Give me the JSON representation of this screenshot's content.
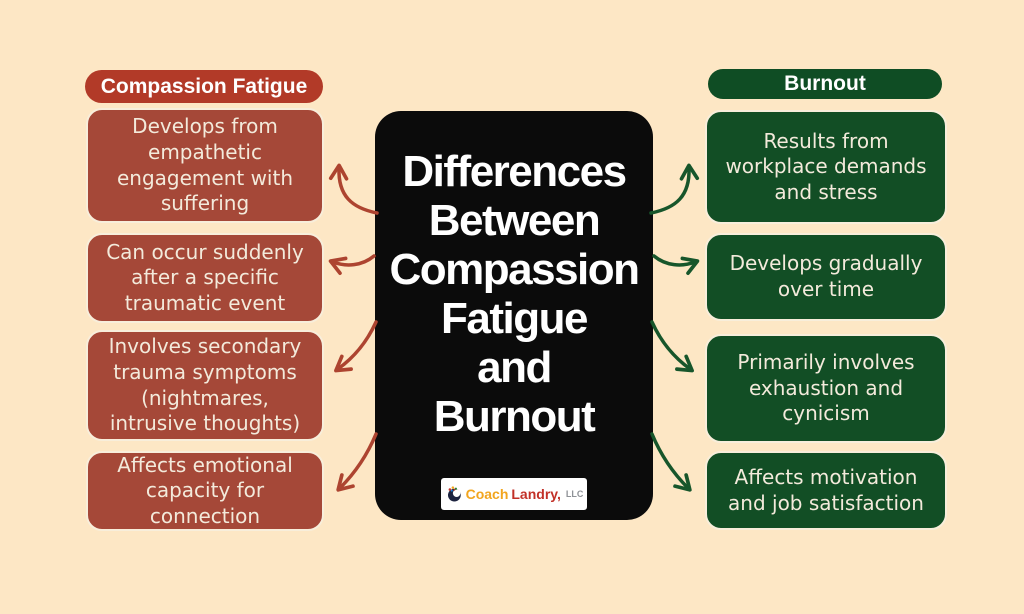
{
  "title": {
    "text": "Differences\nBetween\nCompassion\nFatigue\nand\nBurnout"
  },
  "brand": {
    "coach": "Coach",
    "landry": "Landry,",
    "llc": "LLC"
  },
  "left_column": {
    "header": "Compassion Fatigue",
    "boxes": [
      {
        "text": "Develops from\nempathetic\nengagement with\nsuffering"
      },
      {
        "text": "Can occur suddenly\nafter a specific\ntraumatic event"
      },
      {
        "text": "Involves secondary\ntrauma symptoms\n(nightmares,\nintrusive thoughts)"
      },
      {
        "text": "Affects emotional\ncapacity for\nconnection"
      }
    ]
  },
  "right_column": {
    "header": "Burnout",
    "boxes": [
      {
        "text": "Results from\nworkplace demands\nand stress"
      },
      {
        "text": "Develops gradually\nover time"
      },
      {
        "text": "Primarily involves\nexhaustion and\ncynicism"
      },
      {
        "text": "Affects motivation\nand job satisfaction"
      }
    ]
  },
  "colors": {
    "background": "#FDE7C5",
    "red_header": "#B23A28",
    "red_box": "#A54838",
    "red_arrow": "#AD4430",
    "green_header": "#0F4D24",
    "green_box": "#124E25",
    "green_arrow": "#17562B",
    "card_black": "#0B0B0B",
    "box_outline": "#F8EEDB"
  }
}
